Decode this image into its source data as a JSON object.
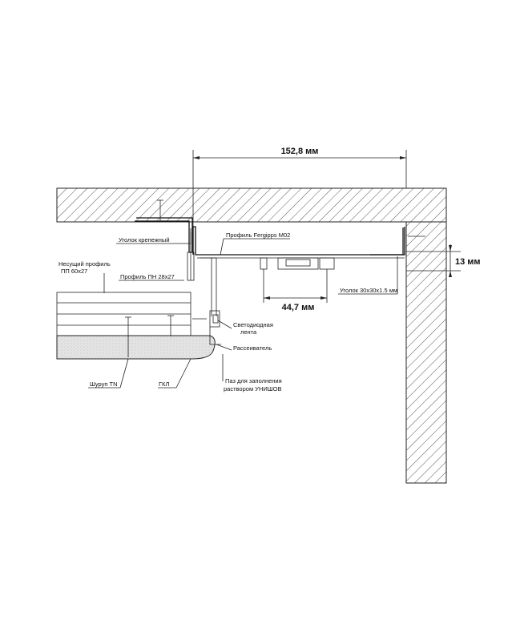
{
  "dimensions": {
    "width_total": "152,8 мм",
    "profile_step": "44,7 мм",
    "offset": "13 мм"
  },
  "labels": {
    "mount_angle": "Уголок крепежный",
    "carrier_profile_1": "Несущий профиль",
    "carrier_profile_2": "ПП 60х27",
    "guide_profile": "Профиль ПН 28х27",
    "fergipps": "Профиль Fergipps M02",
    "corner": "Уголок 30х30х1.5 мм",
    "led_1": "Светодиодная",
    "led_2": "лента",
    "diffuser": "Рассеиватель",
    "screw": "Шуруп TN",
    "gkl": "ГКЛ",
    "groove_1": "Паз для заполнения",
    "groove_2": "раствором УНИШОВ"
  },
  "colors": {
    "line": "#222222",
    "hatch": "#555555",
    "gkl_fill": "#e6e6e6"
  }
}
